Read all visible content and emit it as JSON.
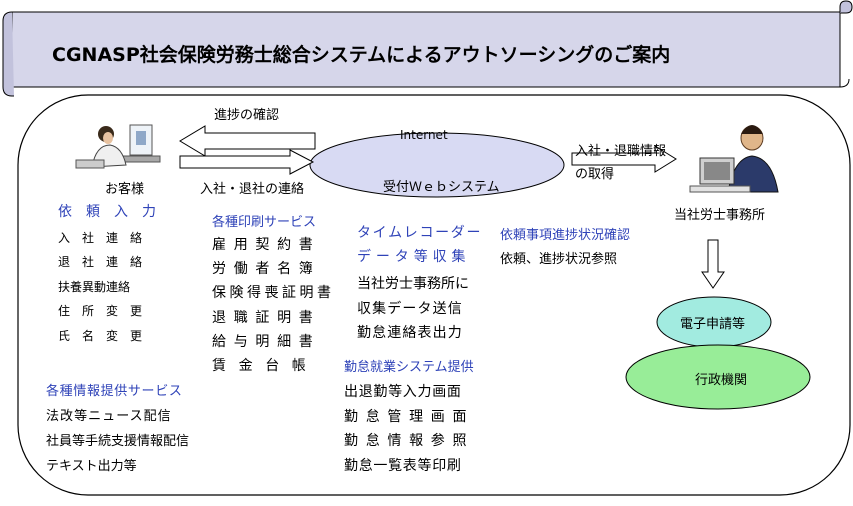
{
  "title": "CGNASP社会保険労務士総合システムによるアウトソーシングのご案内",
  "labels": {
    "progress_check": "進捗の確認",
    "internet": "Internet",
    "customer": "お客様",
    "joinleave_contact": "入社・退社の連絡",
    "web_system": "受付Ｗｅｂシステム",
    "joinleave_info_line1": "入社・退職情報",
    "joinleave_info_line2": "の取得",
    "office": "当社労士事務所",
    "e_application": "電子申請等",
    "gov_agency": "行政機関"
  },
  "request_input": {
    "heading": "依　頼　入　力",
    "items": [
      "入　社　連　絡",
      "退　社　連　絡",
      "扶養異動連絡",
      "住　所　変　更",
      "氏　名　変　更"
    ]
  },
  "printing_services": {
    "heading": "各種印刷サービス",
    "items": [
      "雇用契約書",
      "労働者名簿",
      "保険得喪証明書",
      "退職証明書",
      "給与明細書",
      "賃金台帳"
    ]
  },
  "time_recorder": {
    "heading_line1": "タイムレコーダー",
    "heading_line2": "データ等収集",
    "items": [
      "当社労士事務所に",
      "収集データ送信",
      "勤怠連絡表出力"
    ]
  },
  "request_status": {
    "heading": "依頼事項進捗状況確認",
    "text": "依頼、進捗状況参照"
  },
  "info_services": {
    "heading": "各種情報提供サービス",
    "items": [
      "法改等ニュース配信",
      "社員等手続支援情報配信",
      "テキスト出力等"
    ]
  },
  "attendance_system": {
    "heading": "勤怠就業システム提供",
    "items": [
      "出退勤等入力画面",
      "勤怠管理画面",
      "勤怠情報参照",
      "勤怠一覧表等印刷"
    ]
  },
  "colors": {
    "heading_blue": "#2f43b8",
    "banner_fill": "#d6d6ea",
    "ellipse_fill": "#d8daf3",
    "e_application_fill": "#a2ebe0",
    "gov_fill": "#98ed98"
  }
}
